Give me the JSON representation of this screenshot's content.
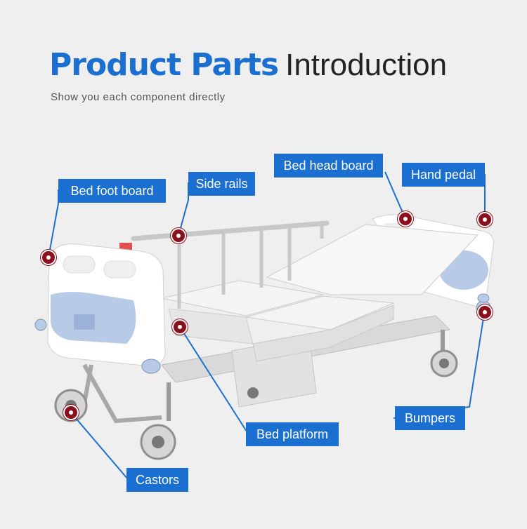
{
  "header": {
    "title_bold": "Product Parts",
    "title_light": "Introduction",
    "subtitle": "Show you each component directly"
  },
  "parts": {
    "bed_foot_board": "Bed foot board",
    "side_rails": "Side rails",
    "bed_head_board": "Bed head board",
    "hand_pedal": "Hand pedal",
    "bed_platform": "Bed platform",
    "bumpers": "Bumpers",
    "castors": "Castors"
  },
  "colors": {
    "accent": "#1a6fd0",
    "marker": "#8b0f1d",
    "background": "#efefef",
    "panel_blue": "#b8cbe6"
  }
}
